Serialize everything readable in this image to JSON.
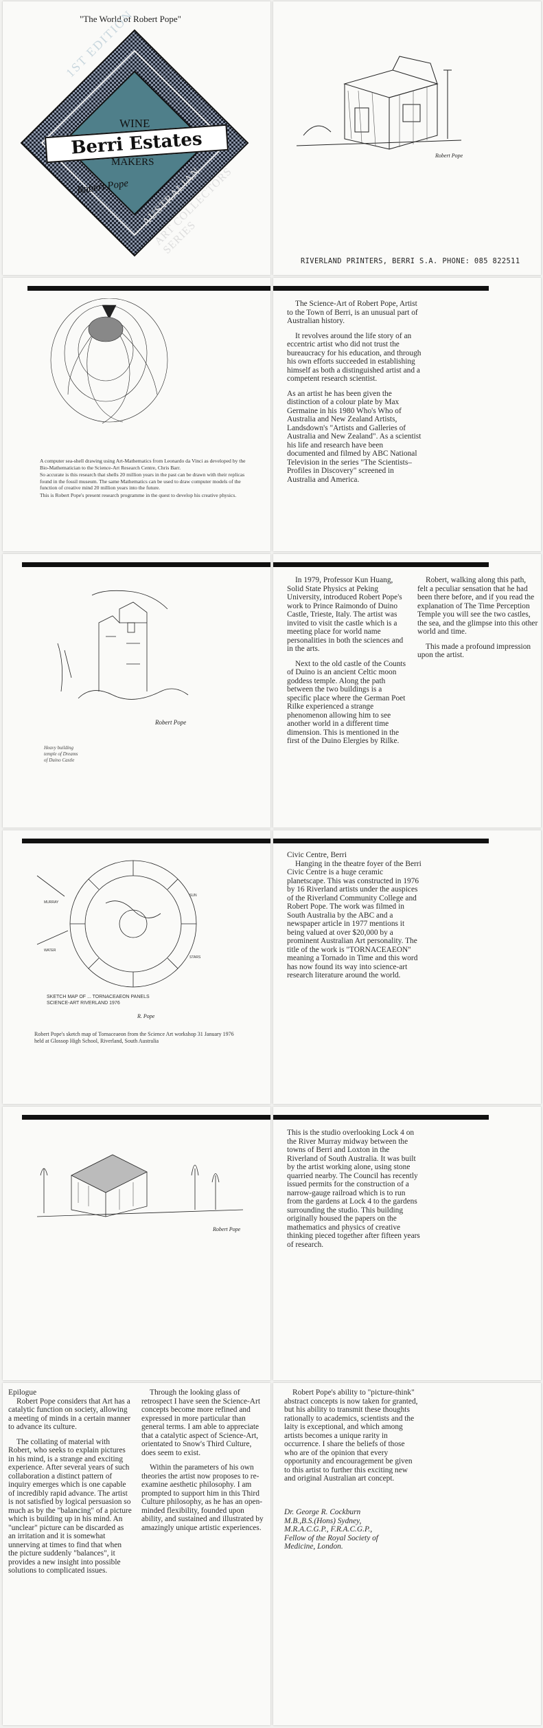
{
  "cover": {
    "series_title": "\"The World of Robert Pope\"",
    "edition": "1ST EDITION",
    "wine": "WINE",
    "brand": "Berri Estates",
    "makers": "MAKERS",
    "australian": "AUSTRALIAN",
    "collectors": "ART COLLECTORS SERIES",
    "signature": "Robert Pope"
  },
  "spread1_right": {
    "sketch_signature": "Robert Pope",
    "printer": "RIVERLAND PRINTERS, BERRI S.A. PHONE: 085 822511"
  },
  "spread2": {
    "caption": [
      "A computer sea-shell drawing using Art-Mathematics from Leonardo da Vinci as developed by the Bio-Mathematician to the Science-Art Research Centre, Chris Barr.",
      "So accurate is this research that shells 20 million years in the past can be drawn with their replicas found in the fossil museum. The same Mathematics can be used to draw computer models of the function of creative mind 20 million years into the future.",
      "This is Robert Pope's present research programme in the quest to develop his creative physics."
    ],
    "paragraphs": [
      "The Science-Art of Robert Pope, Artist to the Town of Berri, is an unusual part of Australian history.",
      "It revolves around the life story of an eccentric artist who did not trust the bureaucracy for his education, and through his own efforts succeeded in establishing himself as both a distinguished artist and a competent research scientist.",
      "As an artist he has been given the distinction of a colour plate by Max Germaine in his 1980 Who's Who of Australia and New Zealand Artists, Landsdown's \"Artists and Galleries of Australia and New Zealand\". As a scientist his life and research have been documented and filmed by ABC National Television in the series \"The Scientists–Profiles in Discovery\" screened in Australia and America."
    ]
  },
  "spread3": {
    "sketch_signature": "Robert Pope",
    "sketch_note": "Heavy building temple of Dreams of Duino Castle",
    "col1": [
      "In 1979, Professor Kun Huang, Solid State Physics at Peking University, introduced Robert Pope's work to Prince Raimondo of Duino Castle, Trieste, Italy. The artist was invited to visit the castle which is a meeting place for world name personalities in both the sciences and in the arts.",
      "Next to the old castle of the Counts of Duino is an ancient Celtic moon goddess temple. Along the path between the two buildings is a specific place where the German Poet Rilke experienced a strange phenomenon allowing him to see another world in a different time dimension. This is mentioned in the first of the Duino Elergies by Rilke."
    ],
    "col2": [
      "Robert, walking along this path, felt a peculiar sensation that he had been there before, and if you read the explanation of The Time Perception Temple you will see the two castles, the sea, and the glimpse into this other world and time.",
      "This made a profound impression upon the artist."
    ]
  },
  "spread4": {
    "map_title": "SKETCH MAP OF ... TORNACEAEON PANELS SCIENCE-ART RIVERLAND 1976",
    "map_signature": "R. Pope",
    "caption": "Robert Pope's sketch map of Tornaceaeon from the Science Art workshop 31 January 1976 held at Glossop High School, Riverland, South Australia",
    "heading": "Civic Centre, Berri",
    "paragraphs": [
      "Hanging in the theatre foyer of the Berri Civic Centre is a huge ceramic planetscape. This was constructed in 1976 by 16 Riverland artists under the auspices of the Riverland Community College and Robert Pope. The work was filmed in South Australia by the ABC and a newspaper article in 1977 mentions it being valued at over $20,000 by a prominent Australian Art personality. The title of the work is \"TORNACEAEON\" meaning a Tornado in Time and this word has now found its way into science-art research literature around the world."
    ]
  },
  "spread5": {
    "sketch_signature": "Robert Pope",
    "paragraphs": [
      "This is the studio overlooking Lock 4 on the River Murray midway between the towns of Berri and Loxton in the Riverland of South Australia. It was built by the artist working alone, using stone quarried nearby. The Council has recently issued permits for the construction of a narrow-gauge railroad which is to run from the gardens at Lock 4 to the gardens surrounding the studio. This building originally housed the papers on the mathematics and physics of creative thinking pieced together after fifteen years of research."
    ]
  },
  "spread6": {
    "heading": "Epilogue",
    "col1": [
      "Robert Pope considers that Art has a catalytic function on society, allowing a meeting of minds in a certain manner to advance its culture.",
      "The collating of material with Robert, who seeks to explain pictures in his mind, is a strange and exciting experience. After several years of such collaboration a distinct pattern of inquiry emerges which is one capable of incredibly rapid advance. The artist is not satisfied by logical persuasion so much as by the \"balancing\" of a picture which is building up in his mind. An \"unclear\" picture can be discarded as an irritation and it is somewhat unnerving at times to find that when the picture suddenly \"balances\", it provides a new insight into possible solutions to complicated issues."
    ],
    "col2": [
      "Through the looking glass of retrospect I have seen the Science-Art concepts become more refined and expressed in more particular than general terms. I am able to appreciate that a catalytic aspect of Science-Art, orientated to Snow's Third Culture, does seem to exist.",
      "Within the parameters of his own theories the artist now proposes to re-examine aesthetic philosophy. I am prompted to support him in this Third Culture philosophy, as he has an open-minded flexibility, founded upon ability, and sustained and illustrated by amazingly unique artistic experiences."
    ],
    "right": [
      "Robert Pope's ability to \"picture-think\" abstract concepts is now taken for granted, but his ability to transmit these thoughts rationally to academics, scientists and the laity is exceptional, and which among artists becomes a unique rarity in occurrence. I share the beliefs of those who are of the opinion that every opportunity and encouragement be given to this artist to further this exciting new and original Australian art concept."
    ],
    "signoff": [
      "Dr. George R. Cockburn",
      "M.B.,B.S.(Hons) Sydney,",
      "M.R.A.C.G.P., F.R.A.C.G.P.,",
      "Fellow of the Royal Society of",
      "Medicine, London."
    ]
  }
}
